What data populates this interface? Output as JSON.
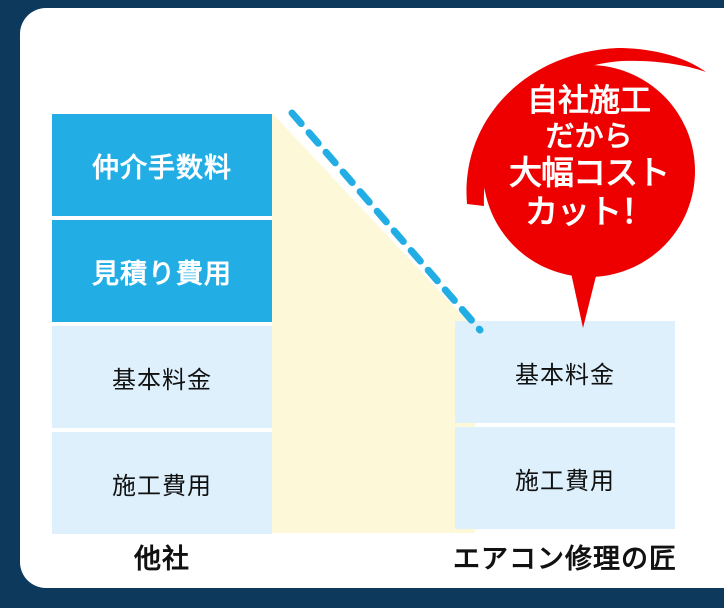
{
  "theme": {
    "frame_color": "#0d3a5c",
    "card_color": "#ffffff",
    "accent_blue": "#22AEE5",
    "base_blue": "#ddf0fc",
    "cream": "#fcf8d8",
    "callout_red": "#ef0000",
    "dash_cyan": "#22AEE5"
  },
  "chart_data": {
    "type": "bar",
    "title": "",
    "categories": [
      "他社",
      "エアコン修理の匠"
    ],
    "series": [
      {
        "name": "施工費用",
        "values": [
          1,
          1
        ]
      },
      {
        "name": "基本料金",
        "values": [
          1,
          1
        ]
      },
      {
        "name": "見積り費用",
        "values": [
          1,
          0
        ]
      },
      {
        "name": "仲介手数料",
        "values": [
          1,
          0
        ]
      }
    ],
    "xlabel": "",
    "ylabel": "",
    "legend": "none",
    "grid": false,
    "note": "Stacked cost comparison: 他社 has 4 cost segments, エアコン修理の匠 has only 2."
  },
  "columns": {
    "left": {
      "label": "他社",
      "bars": [
        {
          "text": "仲介手数料",
          "style": "accent"
        },
        {
          "text": "見積り費用",
          "style": "accent"
        },
        {
          "text": "基本料金",
          "style": "base"
        },
        {
          "text": "施工費用",
          "style": "base"
        }
      ]
    },
    "right": {
      "label": "エアコン修理の匠",
      "bars": [
        {
          "text": "基本料金",
          "style": "base"
        },
        {
          "text": "施工費用",
          "style": "base"
        }
      ]
    }
  },
  "callout": {
    "line1": "自社施工",
    "line2": "だから",
    "line3": "大幅コスト",
    "line4": "カット！"
  }
}
